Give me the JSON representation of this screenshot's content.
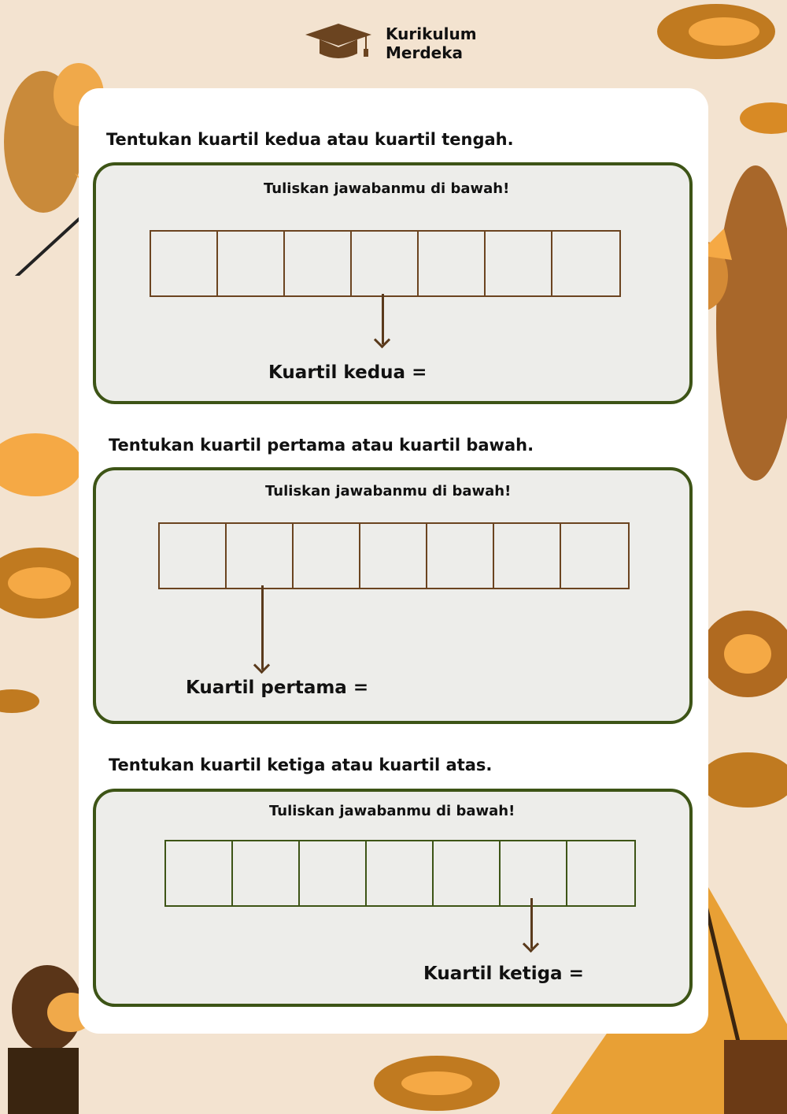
{
  "header": {
    "logo_line1": "Kurikulum",
    "logo_line2": "Merdeka",
    "logo_icon": "graduation-cap-icon"
  },
  "sections": [
    {
      "question": "Tentukan kuartil kedua atau kuartil tengah.",
      "instruction": "Tuliskan jawabanmu di bawah!",
      "result_label": "Kuartil kedua =",
      "cells": 7
    },
    {
      "question": "Tentukan kuartil pertama atau kuartil bawah.",
      "instruction": "Tuliskan jawabanmu di bawah!",
      "result_label": "Kuartil pertama =",
      "cells": 7
    },
    {
      "question": "Tentukan kuartil ketiga atau kuartil atas.",
      "instruction": "Tuliskan jawabanmu di bawah!",
      "result_label": "Kuartil ketiga =",
      "cells": 7
    }
  ],
  "colors": {
    "background": "#f3e3d0",
    "box_border": "#3d5416",
    "cell_border": "#6b4420",
    "accent": "#f5a945"
  }
}
